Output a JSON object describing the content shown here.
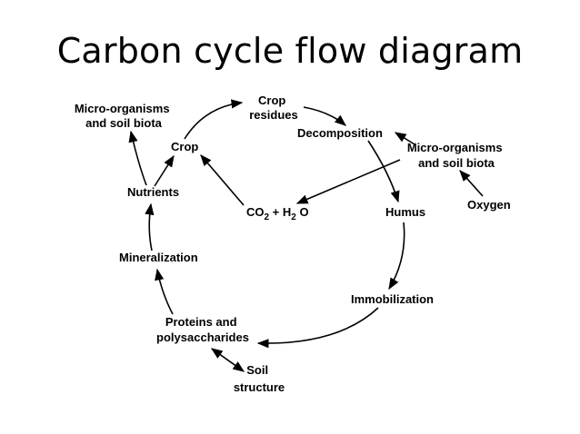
{
  "title": "Carbon cycle flow diagram",
  "diagram": {
    "nodes": {
      "micro_organisms_left": [
        "Micro-organisms",
        "and soil biota"
      ],
      "crop_residues": [
        "Crop",
        "residues"
      ],
      "decomposition": "Decomposition",
      "micro_organisms_right": [
        "Micro-organisms",
        "and soil biota"
      ],
      "crop": "Crop",
      "nutrients": "Nutrients",
      "co2_h2o": {
        "co": "CO",
        "sub1": "2",
        "plus_h": " + H",
        "sub2": "2",
        "o": " O"
      },
      "humus": "Humus",
      "oxygen": "Oxygen",
      "mineralization": "Mineralization",
      "immobilization": "Immobilization",
      "proteins": [
        "Proteins and",
        "polysaccharides"
      ],
      "soil_structure": [
        "Soil",
        "structure"
      ]
    },
    "edges": [
      {
        "from": "Crop",
        "to": "Crop residues"
      },
      {
        "from": "Crop residues",
        "to": "Decomposition"
      },
      {
        "from": "Micro-organisms and soil biota",
        "to": "Decomposition"
      },
      {
        "from": "Oxygen",
        "to": "Micro-organisms and soil biota"
      },
      {
        "from": "Micro-organisms and soil biota",
        "to": "CO2 + H2O"
      },
      {
        "from": "CO2 + H2O",
        "to": "Crop"
      },
      {
        "from": "Decomposition",
        "to": "Humus"
      },
      {
        "from": "Humus",
        "to": "Immobilization"
      },
      {
        "from": "Immobilization",
        "to": "Proteins and polysaccharides"
      },
      {
        "from": "Proteins and polysaccharides",
        "to": "Soil structure"
      },
      {
        "from": "Proteins and polysaccharides",
        "to": "Mineralization"
      },
      {
        "from": "Mineralization",
        "to": "Nutrients"
      },
      {
        "from": "Nutrients",
        "to": "Crop"
      },
      {
        "from": "Nutrients",
        "to": "Micro-organisms and soil biota"
      }
    ]
  }
}
